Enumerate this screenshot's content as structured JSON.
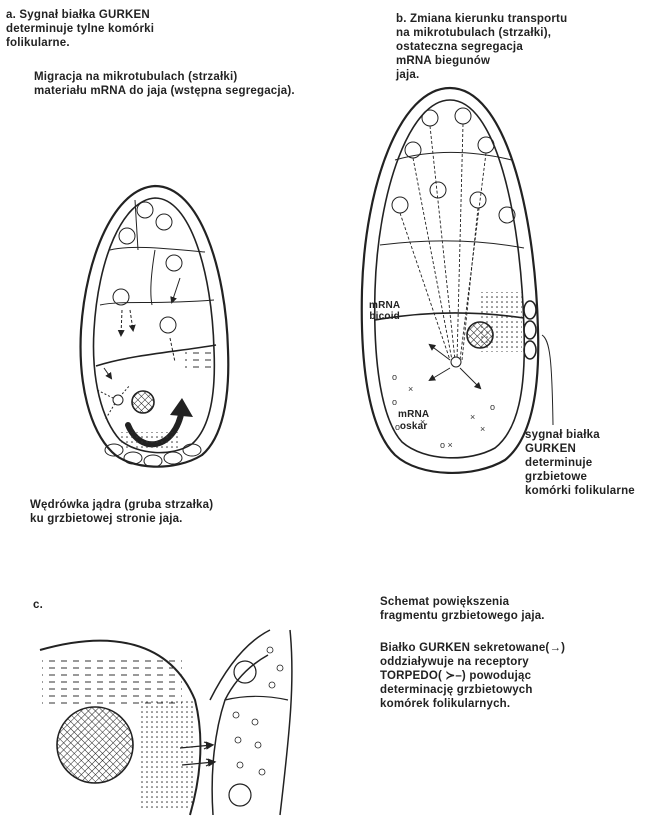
{
  "panel_a": {
    "text1": "a. Sygnał białka GURKEN\n    determinuje tylne komórki\n    folikularne.",
    "text2": "Migracja na mikrotubulach (strzałki)\nmateriału mRNA do jaja (wstępna segregacja).",
    "caption": "Wędrówka jądra (gruba strzałka)\n ku grzbietowej stronie jaja."
  },
  "panel_b": {
    "text1": "b. Zmiana kierunku transportu\n    na mikrotubulach (strzałki),\n    ostateczna segregacja\n           mRNA biegunów\n                  jaja.",
    "label_bicoid": "mRNA\nbicoid",
    "label_oskar": "mRNA\noskar",
    "callout": "sygnał białka\nGURKEN\ndeterminuje grzbietowe\nkomórki folikularne"
  },
  "panel_c": {
    "letter": "c.",
    "text1": "Schemat  powiększenia\nfragmentu grzbietowego jaja.",
    "text2": "Białko GURKEN sekretowane(→)\noddziaływuje na receptory\nTORPEDO( ≻–) powodując\ndeterminację grzbietowych\nkomórek folikularnych."
  }
}
